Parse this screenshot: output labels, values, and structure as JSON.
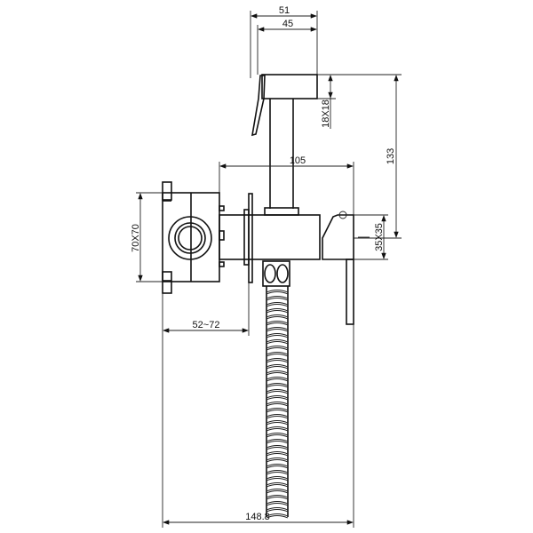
{
  "title": "Bidet shower set technical drawing",
  "dimensions": {
    "head_outer_width": "51",
    "head_inner_width": "45",
    "head_section": "18X18",
    "total_height": "133",
    "body_length": "105",
    "box_size": "70X70",
    "body_section": "35X35",
    "wall_depth": "52~72",
    "total_depth": "148.8"
  },
  "colors": {
    "line": "#111111",
    "background": "#ffffff"
  }
}
